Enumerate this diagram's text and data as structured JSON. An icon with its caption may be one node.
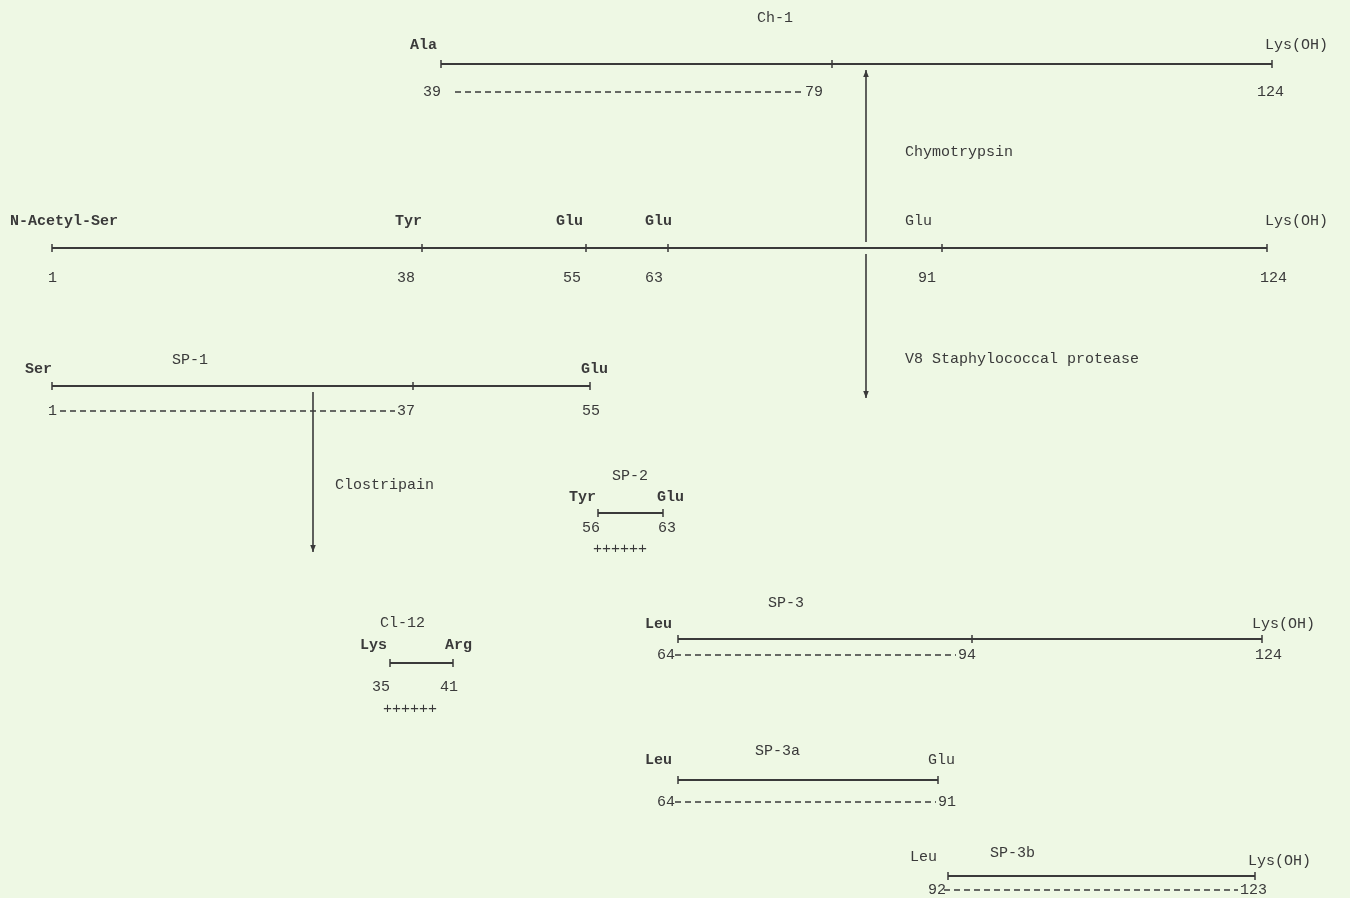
{
  "diagram": {
    "nodes": [
      {
        "text": [
          "Ch-1"
        ],
        "beside": [
          "Ala",
          "Lys(OH)",
          "39",
          "79",
          "124"
        ]
      },
      {
        "text": [],
        "shape": "bar",
        "beside": [
          "N-Acetyl-Ser",
          "Tyr",
          "Glu",
          "Glu",
          "Glu",
          "Lys(OH)",
          "1",
          "38",
          "55",
          "63",
          "91",
          "124"
        ]
      },
      {
        "text": [
          "SP-1"
        ],
        "beside": [
          "Ser",
          "Glu",
          "1",
          "37",
          "55"
        ]
      },
      {
        "text": [
          "SP-2"
        ],
        "beside": [
          "Tyr",
          "Glu",
          "56",
          "63",
          "++++++"
        ]
      },
      {
        "text": [
          "Cl-12"
        ],
        "beside": [
          "Lys",
          "Arg",
          "35",
          "41",
          "++++++"
        ]
      },
      {
        "text": [
          "SP-3"
        ],
        "beside": [
          "Leu",
          "Lys(OH)",
          "64",
          "94",
          "124"
        ]
      },
      {
        "text": [
          "SP-3a"
        ],
        "beside": [
          "Leu",
          "Glu",
          "64",
          "91"
        ]
      },
      {
        "text": [
          "SP-3b"
        ],
        "beside": [
          "Leu",
          "Lys(OH)",
          "92",
          "123"
        ]
      }
    ],
    "edges": [
      {
        "from": 1,
        "to": 0,
        "arrow": "to",
        "label": "Chymotrypsin"
      },
      {
        "from": 1,
        "to": null,
        "arrow": "to",
        "label": "V8 Staphylococcal protease"
      },
      {
        "from": 2,
        "to": null,
        "arrow": "to",
        "label": "Clostripain"
      }
    ]
  }
}
